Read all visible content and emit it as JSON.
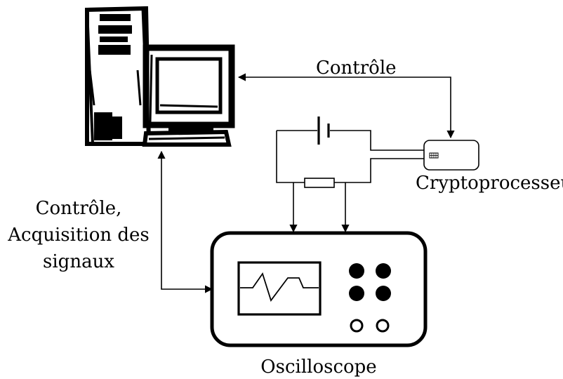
{
  "labels": {
    "top_control": "Contrôle",
    "cryptoprocessor": "Cryptoprocesseur",
    "left_line1": "Contrôle,",
    "left_line2": "Acquisition des",
    "left_line3": "signaux",
    "oscilloscope": "Oscilloscope"
  },
  "icons": {
    "computer": "computer-tower-and-monitor-icon",
    "smartcard": "crypto-chip-card-icon",
    "battery": "battery-icon",
    "resistor": "resistor-icon",
    "scope": "oscilloscope-icon"
  },
  "colors": {
    "ink": "#000000",
    "background": "#ffffff"
  }
}
